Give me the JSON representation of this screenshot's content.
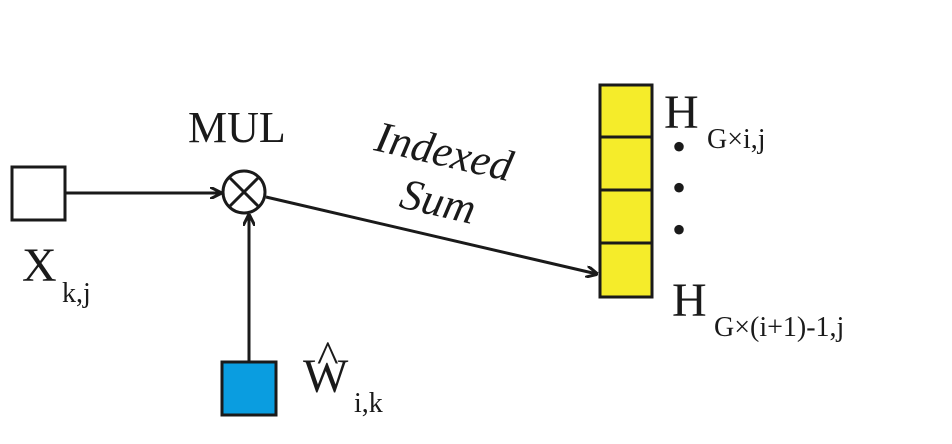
{
  "op_label": "MUL",
  "input_x": {
    "main": "X",
    "sub": "k,j"
  },
  "input_w": {
    "main": "W",
    "hat": "^",
    "sub": "i,k"
  },
  "edge_label": {
    "line1": "Indexed",
    "line2": "Sum"
  },
  "output_top": {
    "main": "H",
    "sub": "G×i,j"
  },
  "output_bottom": {
    "main": "H",
    "sub": "G×(i+1)-1,j"
  },
  "ellipsis": "•",
  "colors": {
    "stroke": "#1a1a1a",
    "input_x_fill": "#ffffff",
    "input_w_fill": "#0a9de0",
    "output_fill": "#f5ec2a"
  }
}
